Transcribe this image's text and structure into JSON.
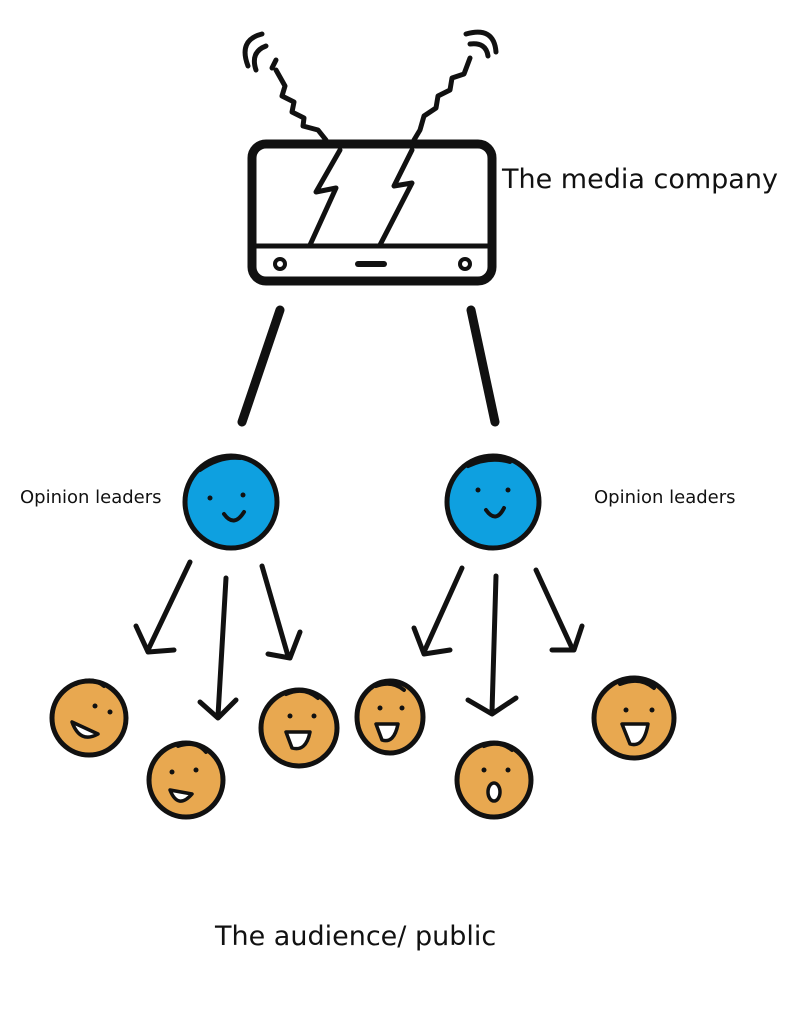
{
  "labels": {
    "media_company": "The media company",
    "opinion_leaders_left": "Opinion leaders",
    "opinion_leaders_right": "Opinion leaders",
    "audience": "The audience/ public"
  },
  "colors": {
    "ink": "#111111",
    "opinion_leader_fill": "#0ea0e0",
    "audience_fill": "#e8a850",
    "background": "#ffffff"
  },
  "icons": [
    "tv-icon",
    "antenna-icon",
    "signal-waves-icon",
    "lightning-bolt-icon",
    "smiley-face-icon",
    "arrow-icon"
  ]
}
